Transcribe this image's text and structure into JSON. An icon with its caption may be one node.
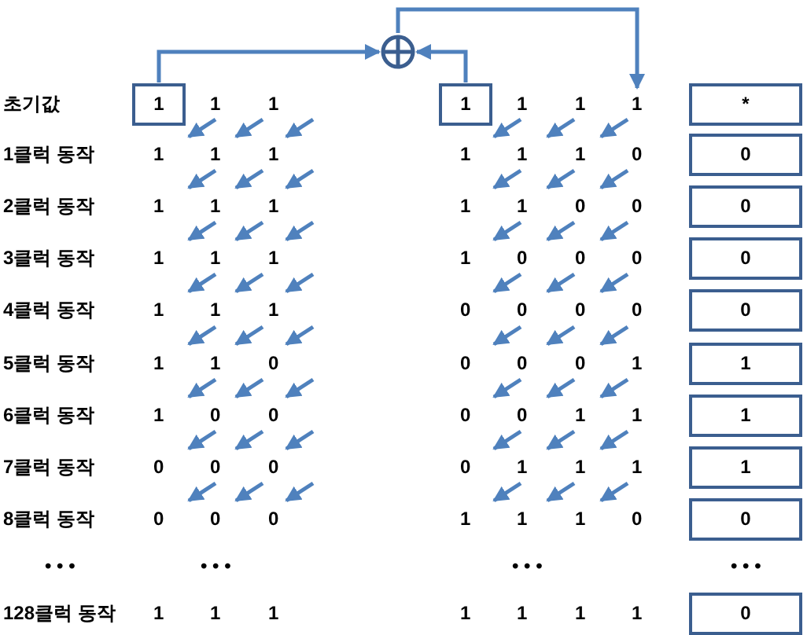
{
  "diagram": {
    "nodes": [
      {
        "text": [],
        "shape": "circle"
      },
      {
        "text": [
          "1"
        ]
      },
      {
        "text": [
          "1"
        ]
      },
      {
        "text": [
          "1"
        ]
      },
      {
        "text": [
          "*"
        ]
      },
      {
        "text": [
          "0"
        ]
      },
      {
        "text": [
          "0"
        ]
      },
      {
        "text": [
          "0"
        ]
      },
      {
        "text": [
          "0"
        ]
      },
      {
        "text": [
          "1"
        ]
      },
      {
        "text": [
          "1"
        ]
      },
      {
        "text": [
          "1"
        ]
      },
      {
        "text": [
          "0"
        ]
      },
      {
        "text": [
          "0"
        ]
      }
    ],
    "edges": [
      {
        "from": 1,
        "to": 0,
        "arrow": "to"
      },
      {
        "from": 2,
        "to": 0,
        "arrow": "to"
      },
      {
        "from": 0,
        "to": 3,
        "arrow": "to"
      }
    ],
    "labels": [
      "초기값",
      "1",
      "1",
      "1",
      "1",
      "1클럭 동작",
      "1",
      "1",
      "1",
      "1",
      "1",
      "1",
      "0",
      "2클럭 동작",
      "1",
      "1",
      "1",
      "1",
      "1",
      "0",
      "0",
      "3클럭 동작",
      "1",
      "1",
      "1",
      "1",
      "0",
      "0",
      "0",
      "4클럭 동작",
      "1",
      "1",
      "1",
      "0",
      "0",
      "0",
      "0",
      "5클럭 동작",
      "1",
      "1",
      "0",
      "0",
      "0",
      "0",
      "1",
      "6클럭 동작",
      "1",
      "0",
      "0",
      "0",
      "0",
      "1",
      "1",
      "7클럭 동작",
      "0",
      "0",
      "0",
      "0",
      "1",
      "1",
      "1",
      "8클럭 동작",
      "0",
      "0",
      "0",
      "1",
      "1",
      "1",
      "0",
      "• • •",
      "• • •",
      "• • •",
      "• • •",
      "128클럭 동작",
      "1",
      "1",
      "1",
      "1",
      "1",
      "1",
      "1"
    ]
  }
}
